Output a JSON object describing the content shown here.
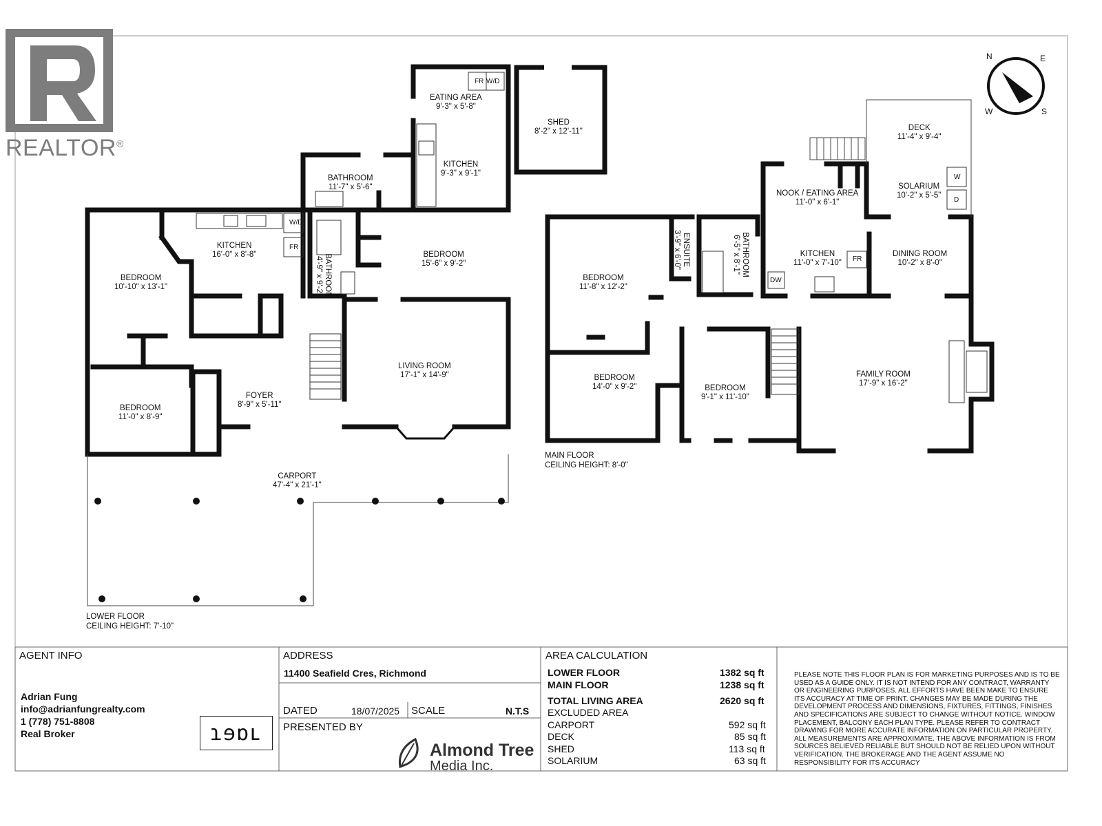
{
  "branding": {
    "realtor_text": "REALTOR",
    "realtor_mark": "®",
    "realtor_color": "#7d7d7d"
  },
  "compass": {
    "n": "N",
    "e": "E",
    "s": "S",
    "w": "W"
  },
  "lower_floor": {
    "title": "LOWER FLOOR",
    "ceiling": "CEILING HEIGHT: 7'-10\"",
    "rooms": {
      "eating_area": {
        "name": "EATING AREA",
        "dim": "9'-3\" x 5'-8\""
      },
      "shed": {
        "name": "SHED",
        "dim": "8'-2\" x 12'-11\""
      },
      "bathroom_top": {
        "name": "BATHROOM",
        "dim": "11'-7\" x 5'-6\""
      },
      "kitchen_top": {
        "name": "KITCHEN",
        "dim": "9'-3\" x 9'-1\""
      },
      "kitchen": {
        "name": "KITCHEN",
        "dim": "16'-0\" x 8'-8\""
      },
      "bathroom_mid": {
        "name": "BATHROOM",
        "dim": "4'-9\" x 9'-2\""
      },
      "bedroom_left": {
        "name": "BEDROOM",
        "dim": "10'-10\" x 13'-1\""
      },
      "bedroom_right": {
        "name": "BEDROOM",
        "dim": "15'-6\" x 9'-2\""
      },
      "living_room": {
        "name": "LIVING ROOM",
        "dim": "17'-1\" x 14'-9\""
      },
      "foyer": {
        "name": "FOYER",
        "dim": "8'-9\" x 5'-11\""
      },
      "bedroom_bottom": {
        "name": "BEDROOM",
        "dim": "11'-0\" x 8'-9\""
      },
      "carport": {
        "name": "CARPORT",
        "dim": "47'-4\" x 21'-1\""
      }
    },
    "fixtures": {
      "fr1": "FR",
      "wd1": "W/D",
      "fr2": "FR",
      "wd2": "W/D"
    }
  },
  "main_floor": {
    "title": "MAIN FLOOR",
    "ceiling": "CEILING HEIGHT: 8'-0\"",
    "rooms": {
      "deck": {
        "name": "DECK",
        "dim": "11'-4\" x 9'-4\""
      },
      "nook": {
        "name": "NOOK / EATING AREA",
        "dim": "11'-0\" x 6'-1\""
      },
      "solarium": {
        "name": "SOLARIUM",
        "dim": "10'-2\" x 5'-5\""
      },
      "bedroom_main": {
        "name": "BEDROOM",
        "dim": "11'-8\" x 12'-2\""
      },
      "ensuite": {
        "name": "ENSUITE",
        "dim": "3'-9\" x 6'-0\""
      },
      "bathroom": {
        "name": "BATHROOM",
        "dim": "6'-5\" x 8'-1\""
      },
      "kitchen": {
        "name": "KITCHEN",
        "dim": "11'-0\" x 7'-10\""
      },
      "dining_room": {
        "name": "DINING ROOM",
        "dim": "10'-2\" x 8'-0\""
      },
      "bedroom_2": {
        "name": "BEDROOM",
        "dim": "14'-0\" x 9'-2\""
      },
      "bedroom_3": {
        "name": "BEDROOM",
        "dim": "9'-1\" x 11'-10\""
      },
      "family_room": {
        "name": "FAMILY ROOM",
        "dim": "17'-9\" x 16'-2\""
      }
    },
    "fixtures": {
      "w": "W",
      "d": "D",
      "fr": "FR",
      "dw": "DW"
    }
  },
  "title_block": {
    "agent_info": {
      "header": "AGENT INFO",
      "name": "Adrian Fung",
      "email": "info@adrianfungrealty.com",
      "phone": "1 (778) 751-8808",
      "brokerage": "Real Broker",
      "logo_text": "ɿɘɒʟ"
    },
    "address": {
      "header": "ADDRESS",
      "value": "11400 Seafield Cres, Richmond"
    },
    "dated": {
      "label": "DATED",
      "value": "18/07/2025"
    },
    "scale": {
      "label": "SCALE",
      "value": "N.T.S"
    },
    "presented_by": {
      "label": "PRESENTED BY",
      "company_line1": "Almond Tree",
      "company_line2": "Media Inc."
    },
    "area_calculation": {
      "header": "AREA CALCULATION",
      "lower_floor": {
        "label": "LOWER FLOOR",
        "value": "1382 sq ft"
      },
      "main_floor": {
        "label": "MAIN FLOOR",
        "value": "1238 sq ft"
      },
      "total": {
        "label": "TOTAL LIVING AREA",
        "value": "2620 sq ft"
      },
      "excluded_header": "EXCLUDED AREA",
      "carport": {
        "label": "CARPORT",
        "value": "592 sq ft"
      },
      "deck": {
        "label": "DECK",
        "value": "85 sq ft"
      },
      "shed": {
        "label": "SHED",
        "value": "113 sq ft"
      },
      "solarium": {
        "label": "SOLARIUM",
        "value": "63 sq ft"
      }
    },
    "disclaimer": "PLEASE NOTE THIS FLOOR PLAN IS FOR MARKETING PURPOSES AND IS TO BE USED AS A GUIDE ONLY. IT IS NOT INTEND FOR ANY CONTRACT, WARRANTY OR ENGINEERING PURPOSES. ALL EFFORTS HAVE BEEN MAKE TO ENSURE ITS ACCURACY AT TIME OF PRINT. CHANGES MAY BE MADE DURING THE DEVELOPMENT PROCESS AND DIMENSIONS, FIXTURES, FITTINGS, FINISHES AND SPECIFICATIONS ARE SUBJECT TO CHANGE WITHOUT NOTICE. WINDOW PLACEMENT, BALCONY EACH PLAN TYPE. PLEASE REFER TO CONTRACT DRAWING FOR MORE ACCURATE INFORMATION ON PARTICULAR PROPERTY. ALL MEASUREMENTS ARE APPROXIMATE. THE ABOVE INFORMATION IS FROM SOURCES BELIEVED RELIABLE BUT SHOULD NOT BE RELIED UPON WITHOUT VERIFICATION. THE BROKERAGE AND THE AGENT ASSUME NO RESPONSIBILITY FOR ITS ACCURACY"
  }
}
